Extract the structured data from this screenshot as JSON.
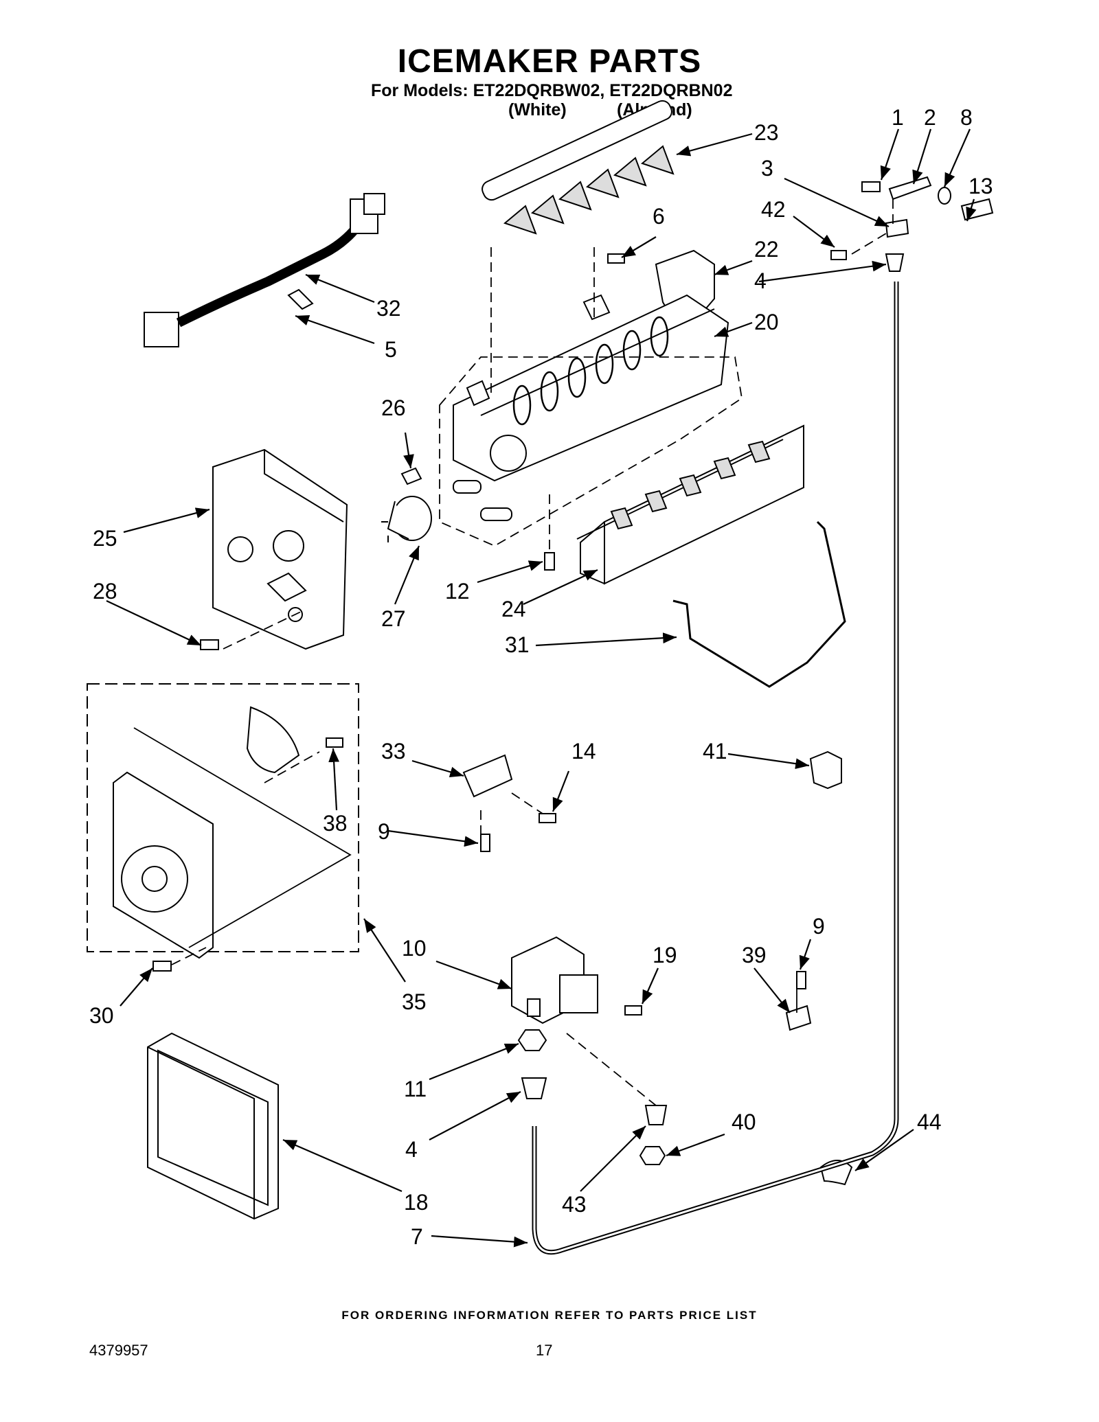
{
  "header": {
    "title": "ICEMAKER PARTS",
    "subtitle": "For Models: ET22DQRBW02, ET22DQRBN02",
    "color_white": "(White)",
    "color_almond": "(Almond)"
  },
  "callouts": [
    "1",
    "2",
    "8",
    "23",
    "3",
    "13",
    "42",
    "6",
    "22",
    "4",
    "32",
    "5",
    "20",
    "26",
    "25",
    "27",
    "28",
    "12",
    "24",
    "31",
    "33",
    "14",
    "41",
    "38",
    "9",
    "9",
    "10",
    "19",
    "39",
    "30",
    "35",
    "11",
    "4",
    "40",
    "44",
    "43",
    "18",
    "7"
  ],
  "footer": {
    "note": "FOR ORDERING INFORMATION REFER TO PARTS PRICE LIST",
    "doc_number": "4379957",
    "page_number": "17"
  }
}
